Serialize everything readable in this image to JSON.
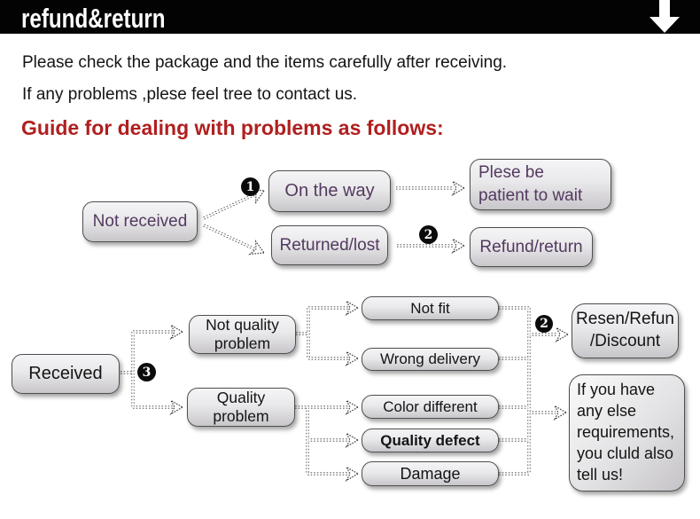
{
  "header": {
    "title": "refund&return",
    "bar_color": "#030303",
    "arrow_icon": "down-arrow"
  },
  "intro": {
    "line1": "Please check the package and the items carefully after receiving.",
    "line2": "If any problems ,plese feel tree to contact us."
  },
  "guide": {
    "heading": "Guide for dealing with problems as follows:",
    "color": "#b01f1f"
  },
  "flow": {
    "not_received": "Not received",
    "on_the_way": "On the way",
    "returned_lost": "Returned/lost",
    "patient": {
      "line1": "Plese be",
      "line2": "patient to wait"
    },
    "refund_return": "Refund/return",
    "received": "Received",
    "not_quality": {
      "line1": "Not quality",
      "line2": "problem"
    },
    "quality": {
      "line1": "Quality",
      "line2": "problem"
    },
    "not_fit": "Not fit",
    "wrong_delivery": "Wrong delivery",
    "color_different": "Color different",
    "quality_defect": "Quality defect",
    "damage": "Damage",
    "resen": {
      "line1": "Resen/Refun",
      "line2": "/Discount"
    },
    "note": {
      "line1": "If you have",
      "line2": "any else",
      "line3": "requirements,",
      "line4": "you cluld also",
      "line5": "tell us!"
    }
  },
  "badges": {
    "step1": "1",
    "step2": "2",
    "step3": "3",
    "step2_repeat": "2"
  },
  "colors": {
    "heading_red": "#b01f1f",
    "node_text_purple": "#53395f",
    "node_border": "#4f4f4f"
  }
}
